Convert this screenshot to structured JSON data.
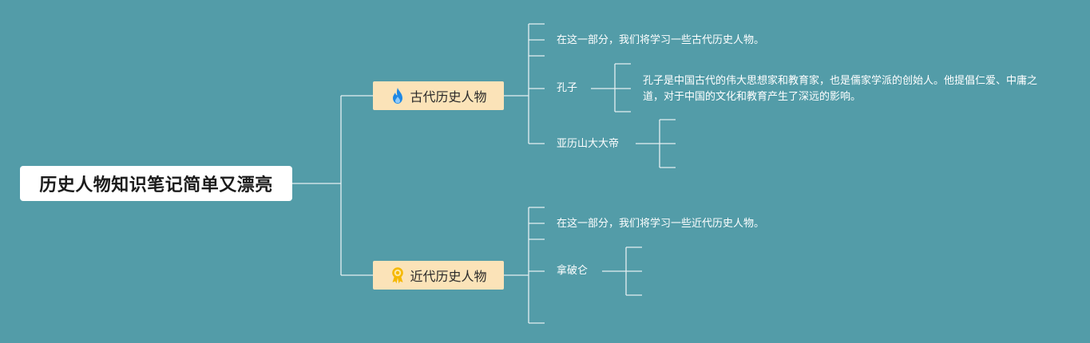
{
  "root": {
    "title": "历史人物知识笔记简单又漂亮"
  },
  "branches": [
    {
      "label": "古代历史人物",
      "icon": "fire-icon",
      "intro": "在这一部分，我们将学习一些古代历史人物。",
      "people": [
        {
          "name": "孔子",
          "description": "孔子是中国古代的伟大思想家和教育家，也是儒家学派的创始人。他提倡仁爱、中庸之道，对于中国的文化和教育产生了深远的影响。"
        },
        {
          "name": "亚历山大大帝"
        }
      ]
    },
    {
      "label": "近代历史人物",
      "icon": "award-ribbon-icon",
      "intro": "在这一部分，我们将学习一些近代历史人物。",
      "people": [
        {
          "name": "拿破仑"
        }
      ]
    }
  ],
  "colors": {
    "background": "#539CA8",
    "root_fill": "#FFFFFF",
    "branch_fill": "#FBE3B8",
    "connector": "#FFFFFF",
    "fire_icon": "#1E88E5",
    "award_icon": "#F5B800"
  }
}
